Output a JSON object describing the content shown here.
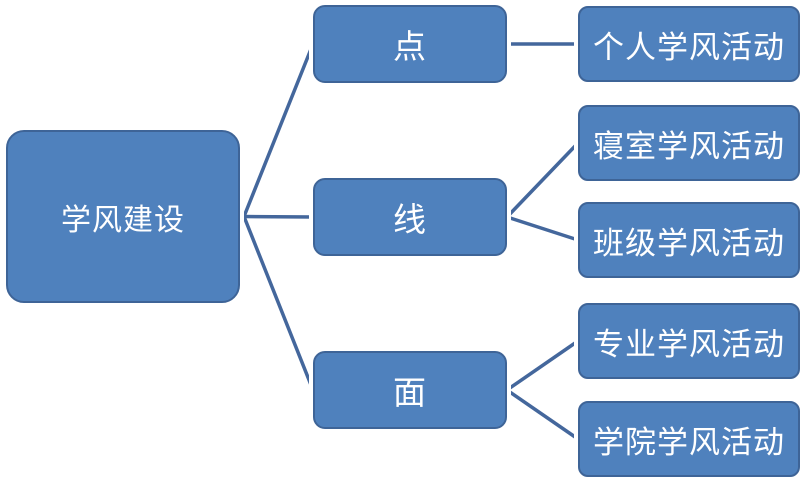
{
  "nodes": {
    "root": {
      "id": "root",
      "label": "学风建设"
    },
    "middle": [
      {
        "id": "dian",
        "label": "点"
      },
      {
        "id": "xian",
        "label": "线"
      },
      {
        "id": "mian",
        "label": "面"
      }
    ],
    "leaves": [
      {
        "id": "leaf0",
        "label": "个人学风活动"
      },
      {
        "id": "leaf1",
        "label": "寝室学风活动"
      },
      {
        "id": "leaf2",
        "label": "班级学风活动"
      },
      {
        "id": "leaf3",
        "label": "专业学风活动"
      },
      {
        "id": "leaf4",
        "label": "学院学风活动"
      }
    ]
  },
  "edges": [
    {
      "from": "root",
      "to": "dian"
    },
    {
      "from": "root",
      "to": "xian"
    },
    {
      "from": "root",
      "to": "mian"
    },
    {
      "from": "dian",
      "to": "leaf0"
    },
    {
      "from": "xian",
      "to": "leaf1"
    },
    {
      "from": "xian",
      "to": "leaf2"
    },
    {
      "from": "mian",
      "to": "leaf3"
    },
    {
      "from": "mian",
      "to": "leaf4"
    }
  ],
  "colors": {
    "node_fill": "#4f81bd",
    "node_border": "#3e6497",
    "connector": "#44679c",
    "node_text": "#ffffff",
    "background": "#ffffff",
    "halo": "#ffffff"
  }
}
